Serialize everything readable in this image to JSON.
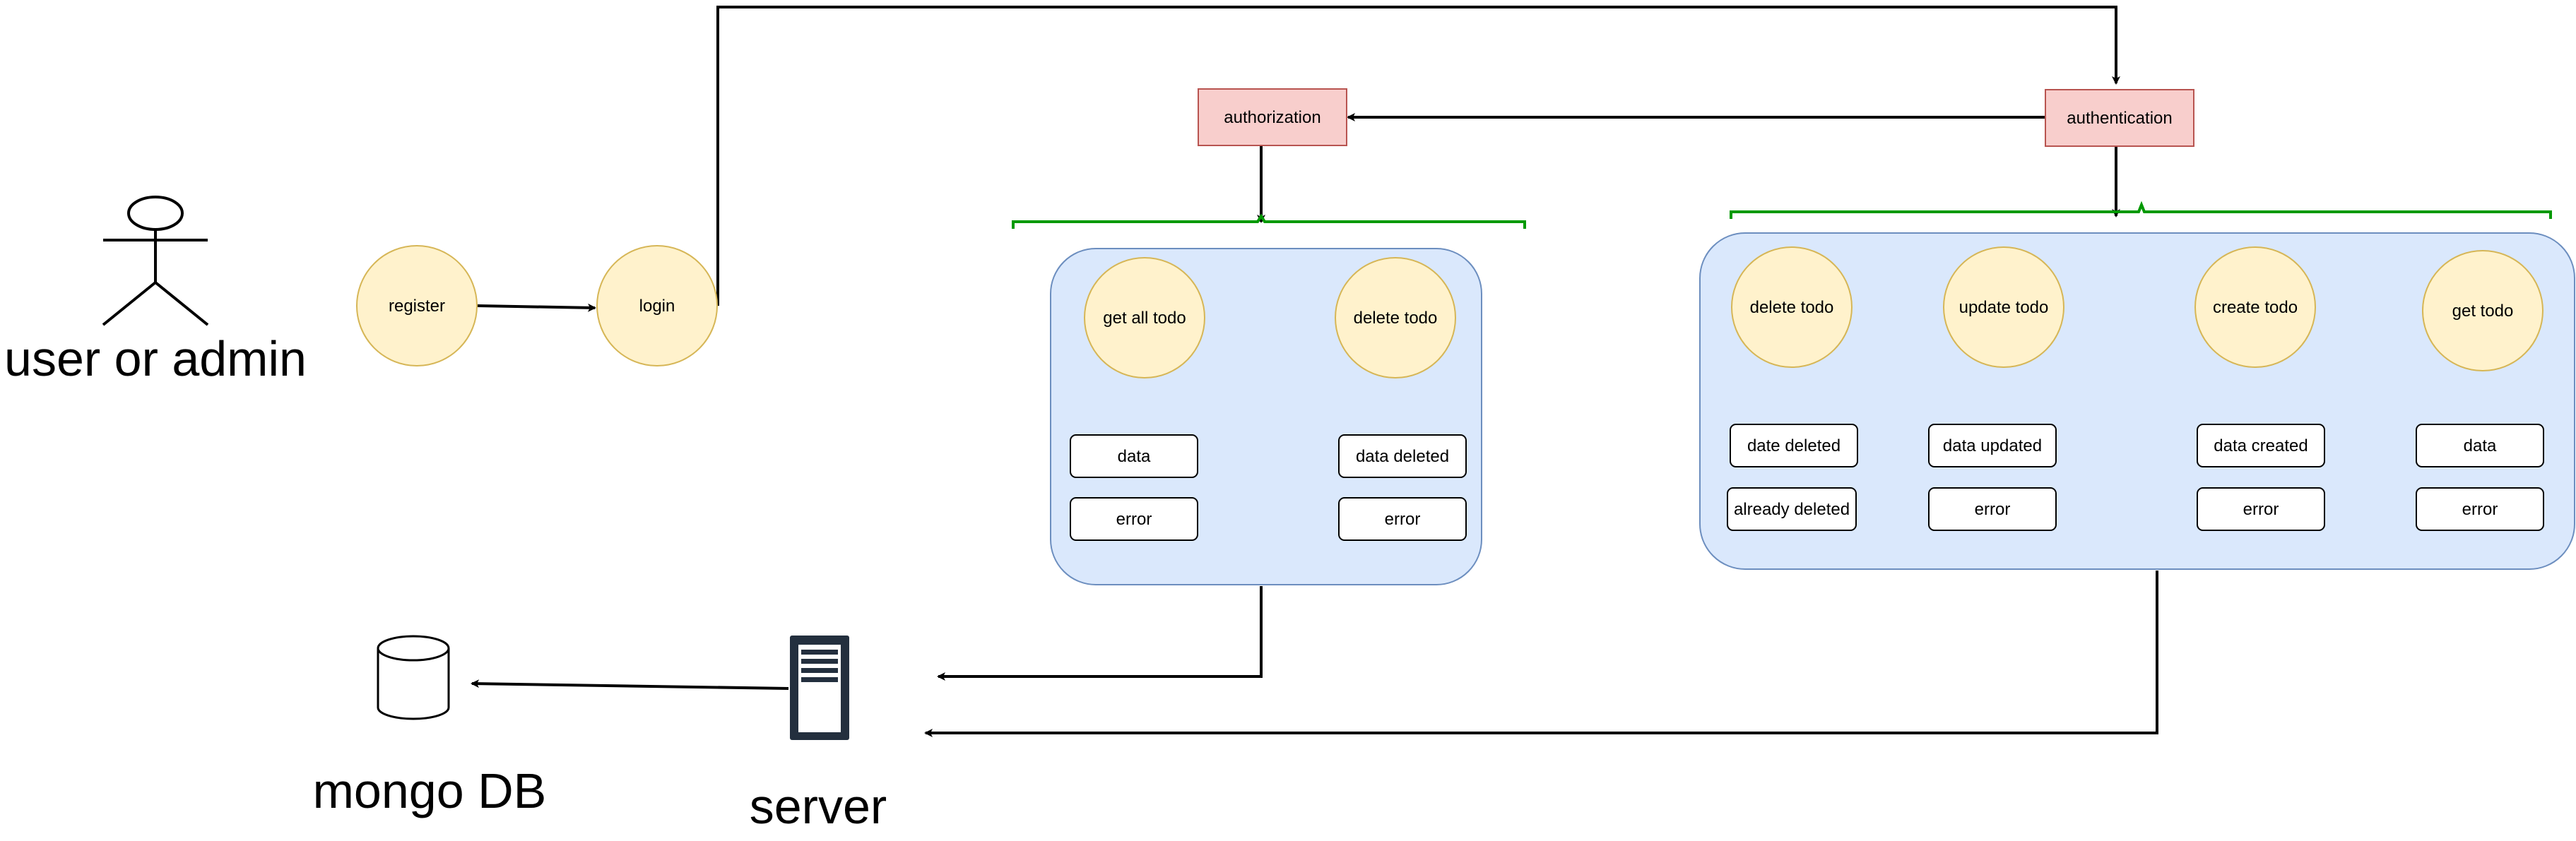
{
  "colors": {
    "circle_fill": "#fff2cc",
    "circle_stroke": "#d6b656",
    "panel_fill": "#dae8fc",
    "panel_stroke": "#6c8ebf",
    "pink_fill": "#f8cecc",
    "pink_stroke": "#b85450",
    "brace": "#009900",
    "line": "#000000"
  },
  "actor": {
    "label": "user or admin",
    "icon": "stick-figure-icon"
  },
  "database": {
    "label": "mongo DB",
    "icon": "cylinder-database-icon"
  },
  "server": {
    "label": "server",
    "icon": "server-icon"
  },
  "auth": {
    "register": "register",
    "login": "login",
    "authorization": "authorization",
    "authentication": "authentication"
  },
  "admin_panel": {
    "get_all": "get all todo",
    "delete": "delete todo",
    "get_all_ok": "data",
    "get_all_err": "error",
    "delete_ok": "data deleted",
    "delete_err": "error"
  },
  "user_panel": {
    "delete": "delete todo",
    "update": "update todo",
    "create": "create todo",
    "get": "get todo",
    "delete_ok": "date deleted",
    "delete_err": "already deleted",
    "update_ok": "data updated",
    "update_err": "error",
    "create_ok": "data created",
    "create_err": "error",
    "get_ok": "data",
    "get_err": "error"
  }
}
